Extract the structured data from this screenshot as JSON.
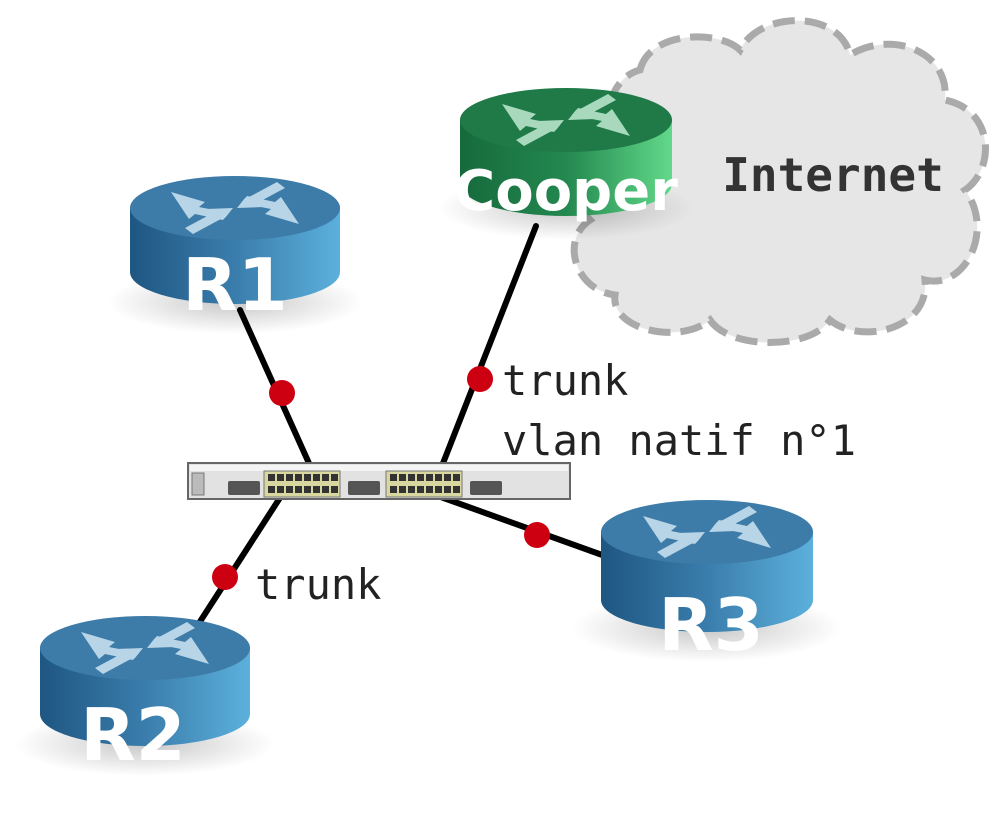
{
  "colors": {
    "router_blue_dark": "#2f6f9e",
    "router_blue_light": "#5aa9d3",
    "router_green_dark": "#1e7a4a",
    "router_green_light": "#54c77a",
    "link": "#000000",
    "link_dot": "#cc0011",
    "cloud_fill": "#e6e6e6",
    "cloud_stroke": "#aaaaaa"
  },
  "cloud": {
    "label": "Internet"
  },
  "routers": [
    {
      "id": "R1",
      "label": "R1",
      "color": "blue"
    },
    {
      "id": "R2",
      "label": "R2",
      "color": "blue"
    },
    {
      "id": "R3",
      "label": "R3",
      "color": "blue"
    },
    {
      "id": "cooper",
      "label": "Cooper",
      "color": "green"
    }
  ],
  "switch": {
    "icon": "switch-icon"
  },
  "links": [
    {
      "from": "R1",
      "to": "switch"
    },
    {
      "from": "R2",
      "to": "switch",
      "label": "trunk"
    },
    {
      "from": "R3",
      "to": "switch"
    },
    {
      "from": "cooper",
      "to": "switch",
      "label_line1": "trunk",
      "label_line2": "vlan natif n°1"
    }
  ]
}
